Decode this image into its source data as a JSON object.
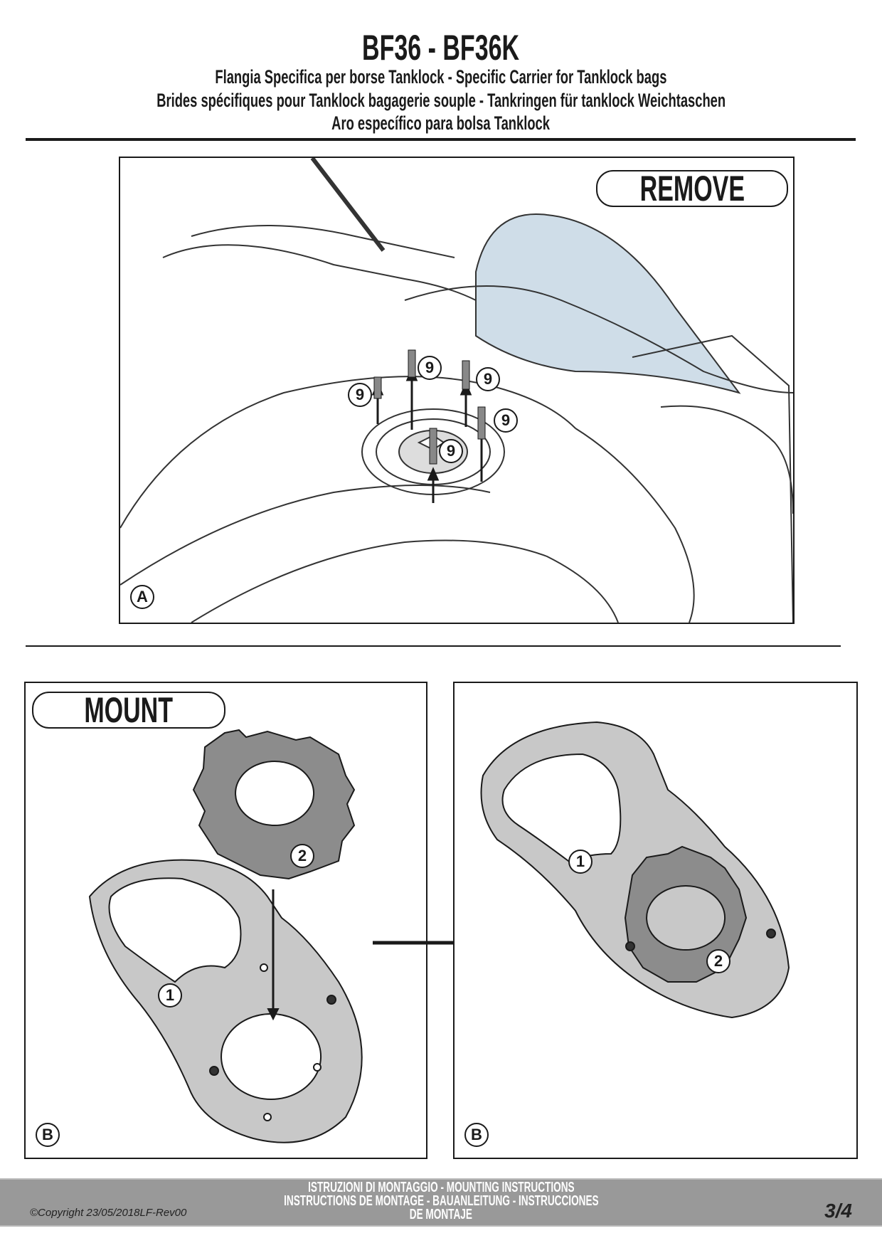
{
  "header": {
    "title": "BF36 - BF36K",
    "subtitle_it_en": "Flangia Specifica per borse Tanklock - Specific Carrier for Tanklock bags",
    "subtitle_fr_de": "Brides spécifiques pour Tanklock bagagerie souple - Tankringen für tanklock Weichtaschen",
    "subtitle_es": "Aro específico para bolsa Tanklock"
  },
  "step_a": {
    "label": "REMOVE",
    "step_letter": "A",
    "screw_callout": "9"
  },
  "step_b": {
    "label": "MOUNT",
    "step_letter": "B",
    "part_flange": "1",
    "part_ring": "2"
  },
  "footer": {
    "line1": "ISTRUZIONI DI MONTAGGIO  -  MOUNTING INSTRUCTIONS",
    "line2": "INSTRUCTIONS DE MONTAGE - BAUANLEITUNG - INSTRUCCIONES",
    "line3": "DE MONTAJE",
    "copyright": "©Copyright 23/05/2018LF-Rev00",
    "page": "3/4"
  },
  "colors": {
    "ink": "#1a1a1a",
    "footer_bg": "#999999",
    "plate": "#c8c8c8",
    "ring": "#8c8c8c",
    "windscreen": "#cfdde8"
  }
}
